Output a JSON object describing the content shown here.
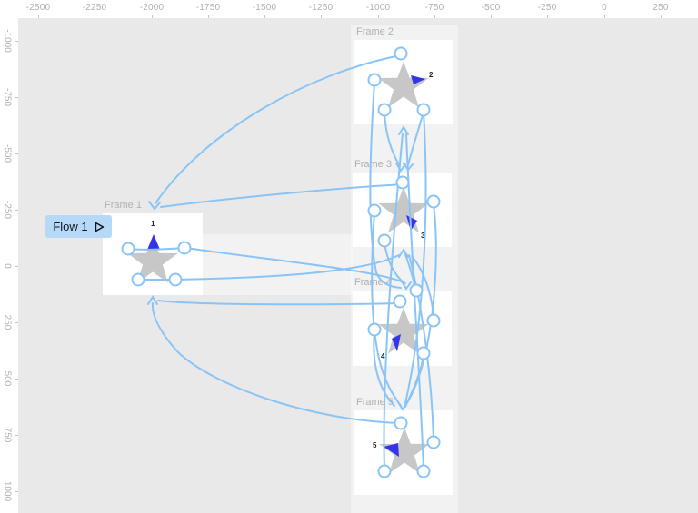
{
  "rulers": {
    "top_labels": [
      "-2500",
      "-2250",
      "-2000",
      "-1750",
      "-1500",
      "-1250",
      "-1000",
      "-750",
      "-500",
      "-250",
      "0",
      "250"
    ],
    "left_labels": [
      "-1000",
      "-750",
      "-500",
      "-250",
      "0",
      "250",
      "500",
      "750",
      "1000"
    ]
  },
  "flow": {
    "label": "Flow 1"
  },
  "frames": [
    {
      "name": "Frame 1",
      "number": "1"
    },
    {
      "name": "Frame 2",
      "number": "2"
    },
    {
      "name": "Frame 3",
      "number": "3"
    },
    {
      "name": "Frame 4",
      "number": "4"
    },
    {
      "name": "Frame 5",
      "number": "5"
    }
  ],
  "colors": {
    "canvas_bg": "#e9e9e9",
    "frame_bg": "#ffffff",
    "star_gray": "#c7c7c7",
    "marker_blue": "#3434e8",
    "connector_blue": "#8ac4f7",
    "flow_badge_bg": "#b7d9f8",
    "ruler_text": "#b0b0b0",
    "frame_label_text": "#b1b1b1"
  }
}
